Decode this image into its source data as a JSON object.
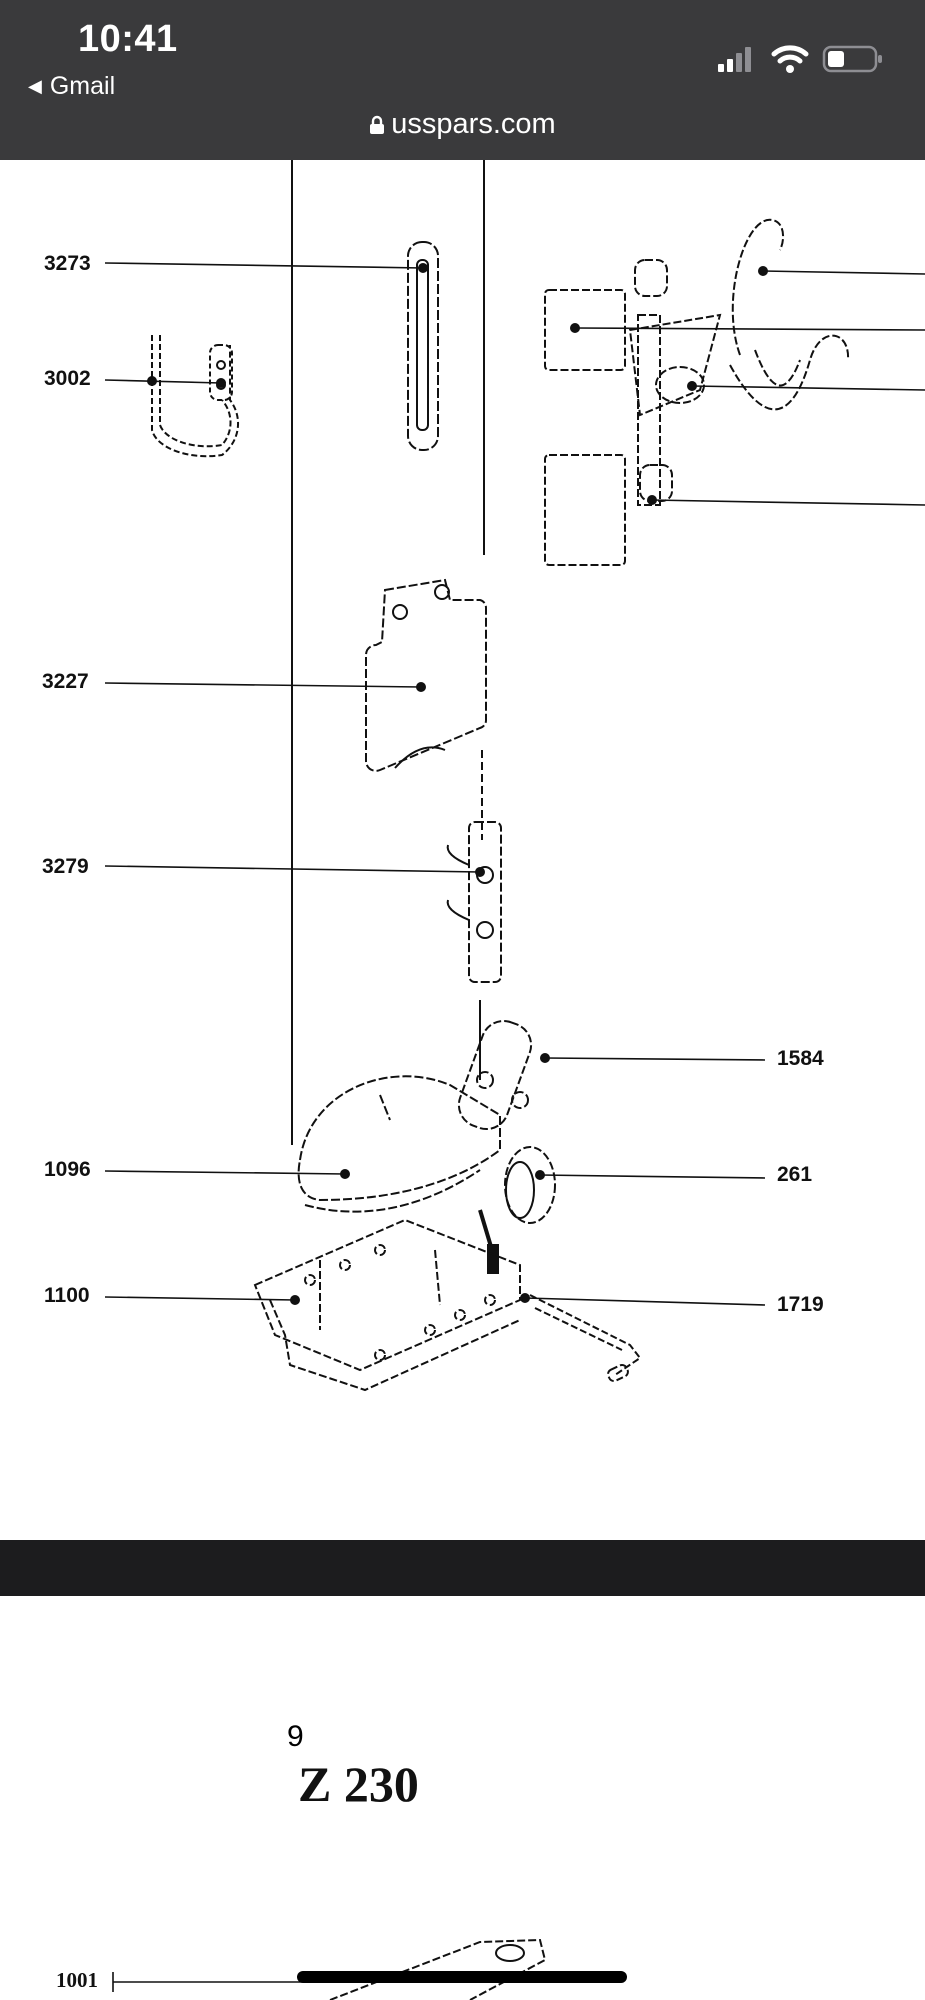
{
  "status_bar": {
    "time": "10:41",
    "back_app": "Gmail",
    "url": "usspars.com"
  },
  "diagram": {
    "callouts_left": [
      "3273",
      "3002",
      "3227",
      "3279",
      "1096",
      "1100"
    ],
    "callouts_right": [
      "1584",
      "261",
      "1719"
    ]
  },
  "next_page": {
    "page_number": "9",
    "model": "Z 230",
    "callout": "1001"
  }
}
